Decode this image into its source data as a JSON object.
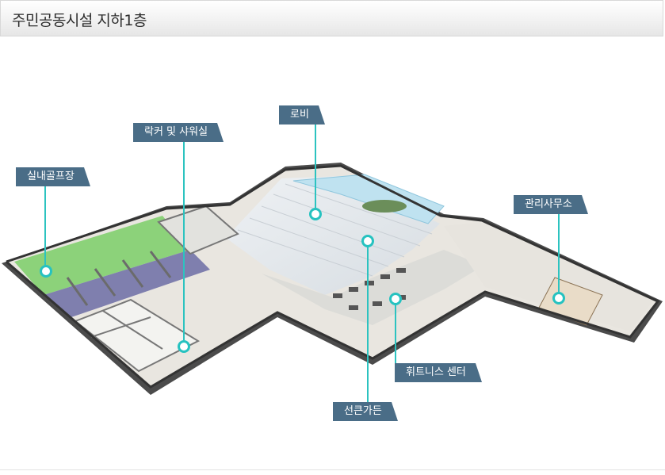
{
  "header": {
    "title": "주민공동시설 지하1층"
  },
  "labels": {
    "lobby": "로비",
    "locker": "락커 및 샤워실",
    "golf": "실내골프장",
    "office": "관리사무소",
    "fitness": "휘트니스 센터",
    "garden": "선큰가든"
  },
  "colors": {
    "label_bg": "#4a6d87",
    "marker": "#26c2c0",
    "golf_turf": "#8cd27a"
  }
}
